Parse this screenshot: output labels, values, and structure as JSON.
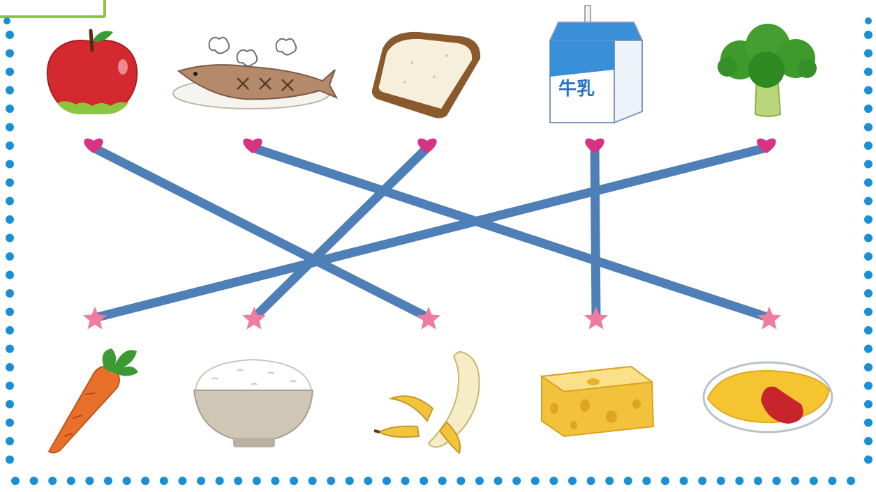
{
  "colors": {
    "background": "#ffffff",
    "border_dots": "#1a8fd6",
    "corner_tab": "#8cc63f",
    "lines": "#4e7fb7",
    "hearts": "#d63384",
    "stars": "#f07aa0"
  },
  "top_items": [
    {
      "name": "apple"
    },
    {
      "name": "grilled-fish"
    },
    {
      "name": "bread-slice"
    },
    {
      "name": "milk-carton",
      "text": "牛乳"
    },
    {
      "name": "broccoli"
    }
  ],
  "bottom_items": [
    {
      "name": "carrot"
    },
    {
      "name": "rice-bowl"
    },
    {
      "name": "banana"
    },
    {
      "name": "cheese"
    },
    {
      "name": "omelette-rice"
    }
  ],
  "connections": [
    {
      "from": 0,
      "to": 2
    },
    {
      "from": 1,
      "to": 4
    },
    {
      "from": 2,
      "to": 1
    },
    {
      "from": 3,
      "to": 3
    },
    {
      "from": 4,
      "to": 0
    }
  ]
}
